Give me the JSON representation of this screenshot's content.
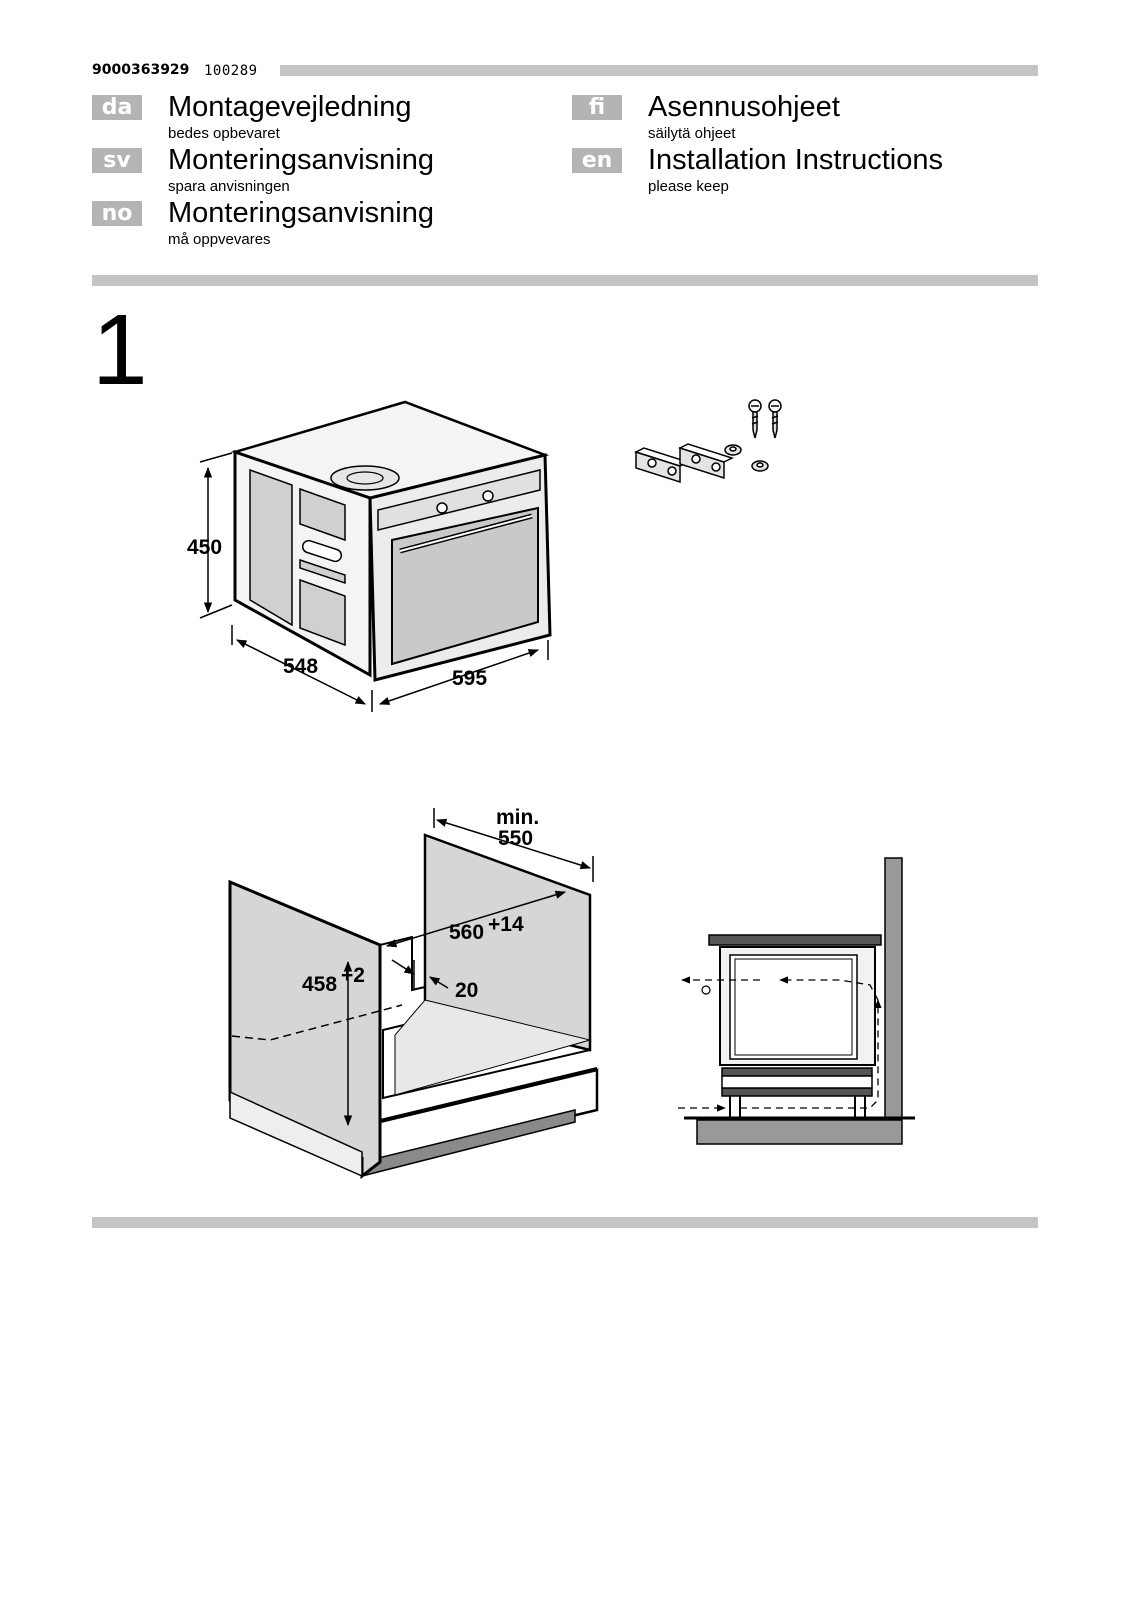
{
  "header": {
    "doc_number": "9000363929",
    "doc_date": "100289"
  },
  "languages": [
    {
      "code": "da",
      "title": "Montagevejledning",
      "subtitle": "bedes opbevaret"
    },
    {
      "code": "sv",
      "title": "Monteringsanvisning",
      "subtitle": "spara anvisningen"
    },
    {
      "code": "no",
      "title": "Monteringsanvisning",
      "subtitle": "må oppvevares"
    },
    {
      "code": "fi",
      "title": "Asennusohjeet",
      "subtitle": "säilytä ohjeet"
    },
    {
      "code": "en",
      "title": "Installation Instructions",
      "subtitle": "please keep"
    }
  ],
  "step": {
    "number": "1"
  },
  "oven_dimensions": {
    "height": "450",
    "depth": "548",
    "width": "595"
  },
  "cabinet_dimensions": {
    "depth_min_label": "min.",
    "depth_min_value": "550",
    "width": "560",
    "width_tol": "+14",
    "height": "458",
    "height_tol": "+2",
    "offset": "20"
  },
  "colors": {
    "rule": "#c4c4c4",
    "badge": "#b4b4b4",
    "panel": "#d6d6d6"
  }
}
